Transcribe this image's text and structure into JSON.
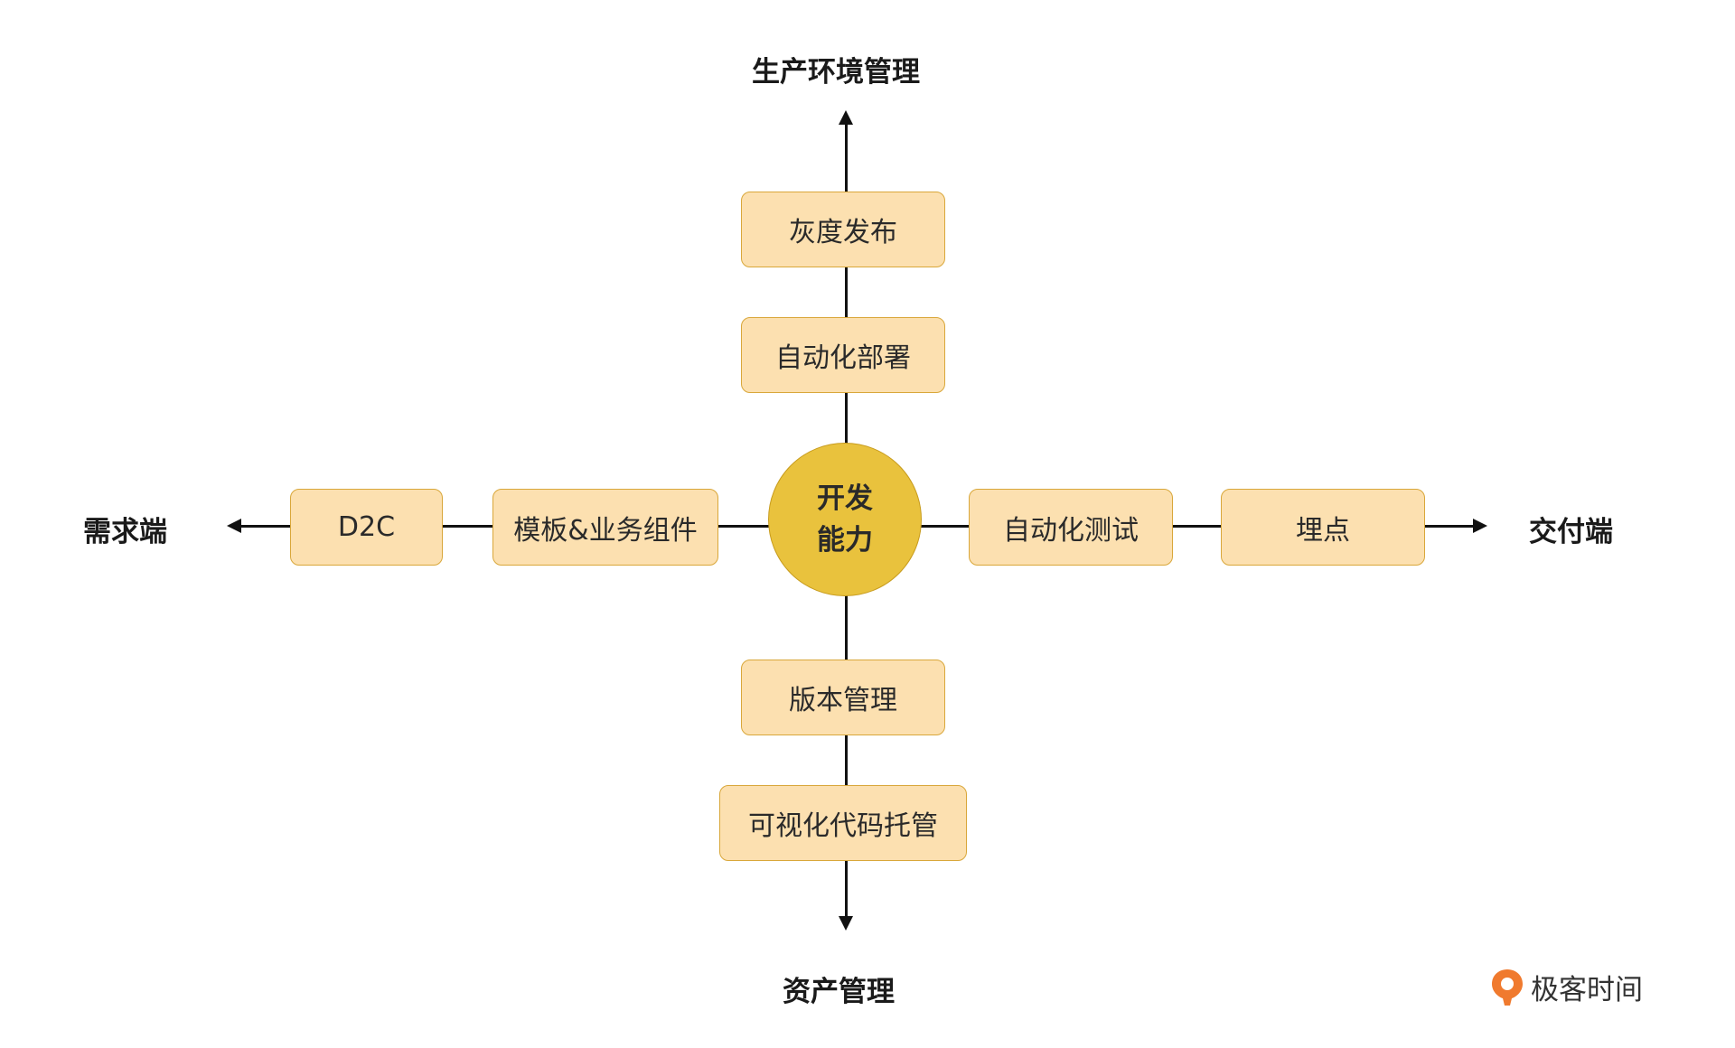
{
  "center": {
    "line1": "开发",
    "line2": "能力"
  },
  "ends": {
    "top": "生产环境管理",
    "bottom": "资产管理",
    "left": "需求端",
    "right": "交付端"
  },
  "nodes": {
    "top_outer": "灰度发布",
    "top_inner": "自动化部署",
    "bottom_inner": "版本管理",
    "bottom_outer": "可视化代码托管",
    "left_outer": "D2C",
    "left_inner": "模板&业务组件",
    "right_inner": "自动化测试",
    "right_outer": "埋点"
  },
  "watermark": {
    "text": "极客时间",
    "logo_icon": "geektime-logo-icon",
    "logo_color": "#f07a2e"
  },
  "colors": {
    "node_fill": "#fce0b0",
    "node_border": "#d9a73a",
    "center_fill": "#e9c23d",
    "line": "#111111"
  }
}
